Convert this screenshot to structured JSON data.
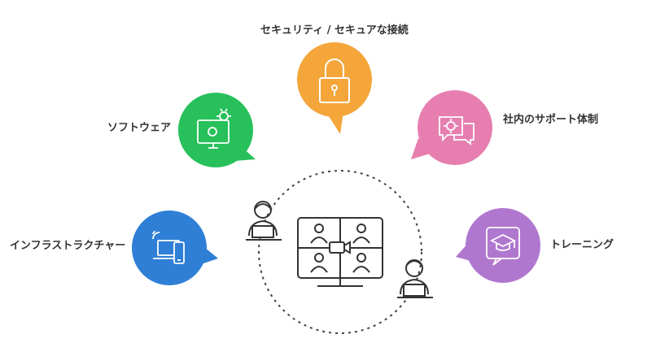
{
  "labels": {
    "security": "セキュリティ / セキュアな接続",
    "software": "ソフトウェア",
    "support": "社内のサポート体制",
    "infrastructure": "インフラストラクチャー",
    "training": "トレーニング"
  },
  "colors": {
    "security": "#f4a63b",
    "software": "#27c05a",
    "support": "#e67fb0",
    "infrastructure": "#2f7fd6",
    "training": "#b077cf",
    "line": "#333333"
  },
  "icons": {
    "security": "padlock-icon",
    "software": "monitor-gears-icon",
    "support": "chat-gear-icon",
    "infrastructure": "laptop-phone-wifi-icon",
    "training": "graduation-cap-icon",
    "center": "video-conference-monitor-icon"
  }
}
